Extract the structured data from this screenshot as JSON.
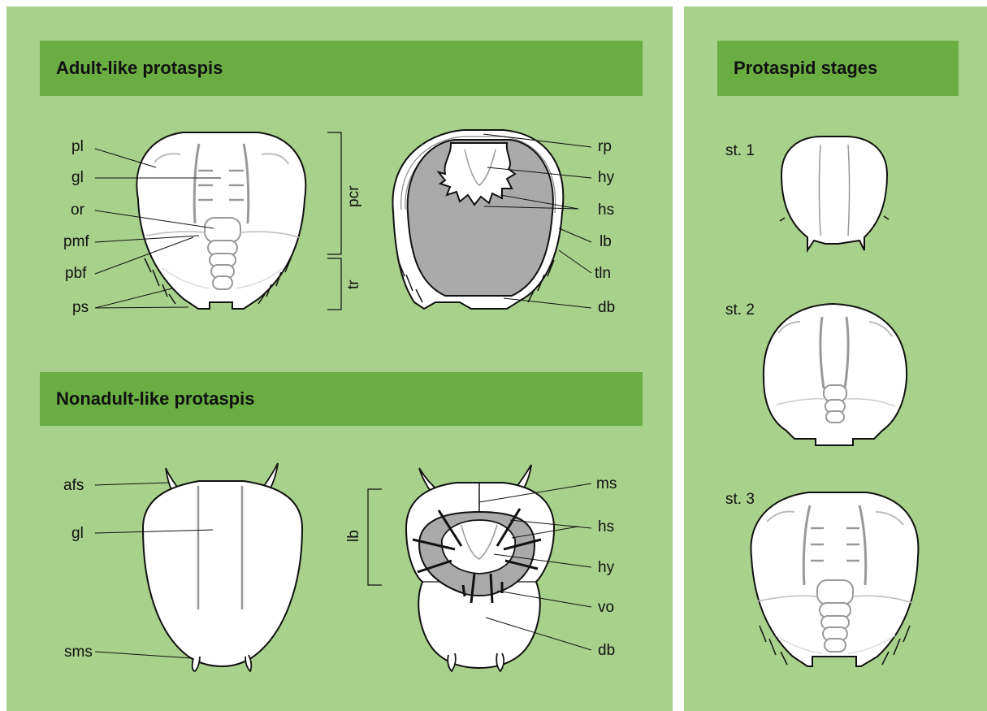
{
  "colors": {
    "panel": "#a8d18b",
    "banner": "#6aad43",
    "ventral_shade": "#aaaaaa",
    "outline": "#111111",
    "suture": "#999999"
  },
  "left_panel": {
    "adult_title": "Adult-like protaspis",
    "nonadult_title": "Nonadult-like protaspis",
    "adult_dorsal_labels": {
      "pl": "pl",
      "gl": "gl",
      "or": "or",
      "pmf": "pmf",
      "pbf": "pbf",
      "ps": "ps"
    },
    "adult_brackets": {
      "pcr": "pcr",
      "tr": "tr"
    },
    "adult_ventral_labels": {
      "rp": "rp",
      "hy": "hy",
      "hs": "hs",
      "lb": "lb",
      "tln": "tln",
      "db": "db"
    },
    "nonadult_dorsal_labels": {
      "afs": "afs",
      "gl": "gl",
      "sms": "sms"
    },
    "nonadult_bracket": {
      "lb": "lb"
    },
    "nonadult_ventral_labels": {
      "ms": "ms",
      "hs": "hs",
      "hy": "hy",
      "vo": "vo",
      "db": "db"
    }
  },
  "right_panel": {
    "title": "Protaspid stages",
    "stages": [
      "st. 1",
      "st. 2",
      "st. 3"
    ]
  }
}
